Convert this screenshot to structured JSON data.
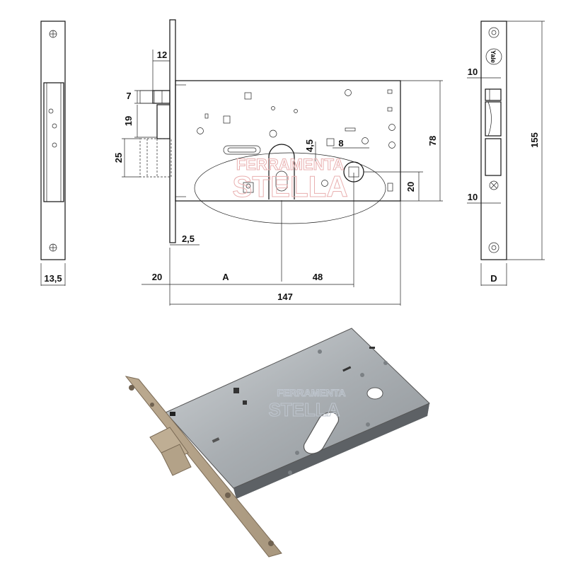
{
  "dimensions": {
    "d12": "12",
    "d7": "7",
    "d19": "19",
    "d25": "25",
    "d2_5": "2,5",
    "d20_left": "20",
    "dA": "A",
    "d48": "48",
    "d147": "147",
    "d4_5": "4,5",
    "d8": "8",
    "d78": "78",
    "d20_right": "20",
    "d13_5": "13,5",
    "d10_top": "10",
    "d10_bottom": "10",
    "d155": "155",
    "dD": "D"
  },
  "labels": {
    "brand": "Yale"
  },
  "watermark": {
    "line1": "FERRAMENTA",
    "line2": "STELLA"
  },
  "colors": {
    "line": "#111111",
    "watermark_red": "#e9b0b0",
    "metal": "#b9bec2",
    "brass": "#c9b9a0"
  }
}
